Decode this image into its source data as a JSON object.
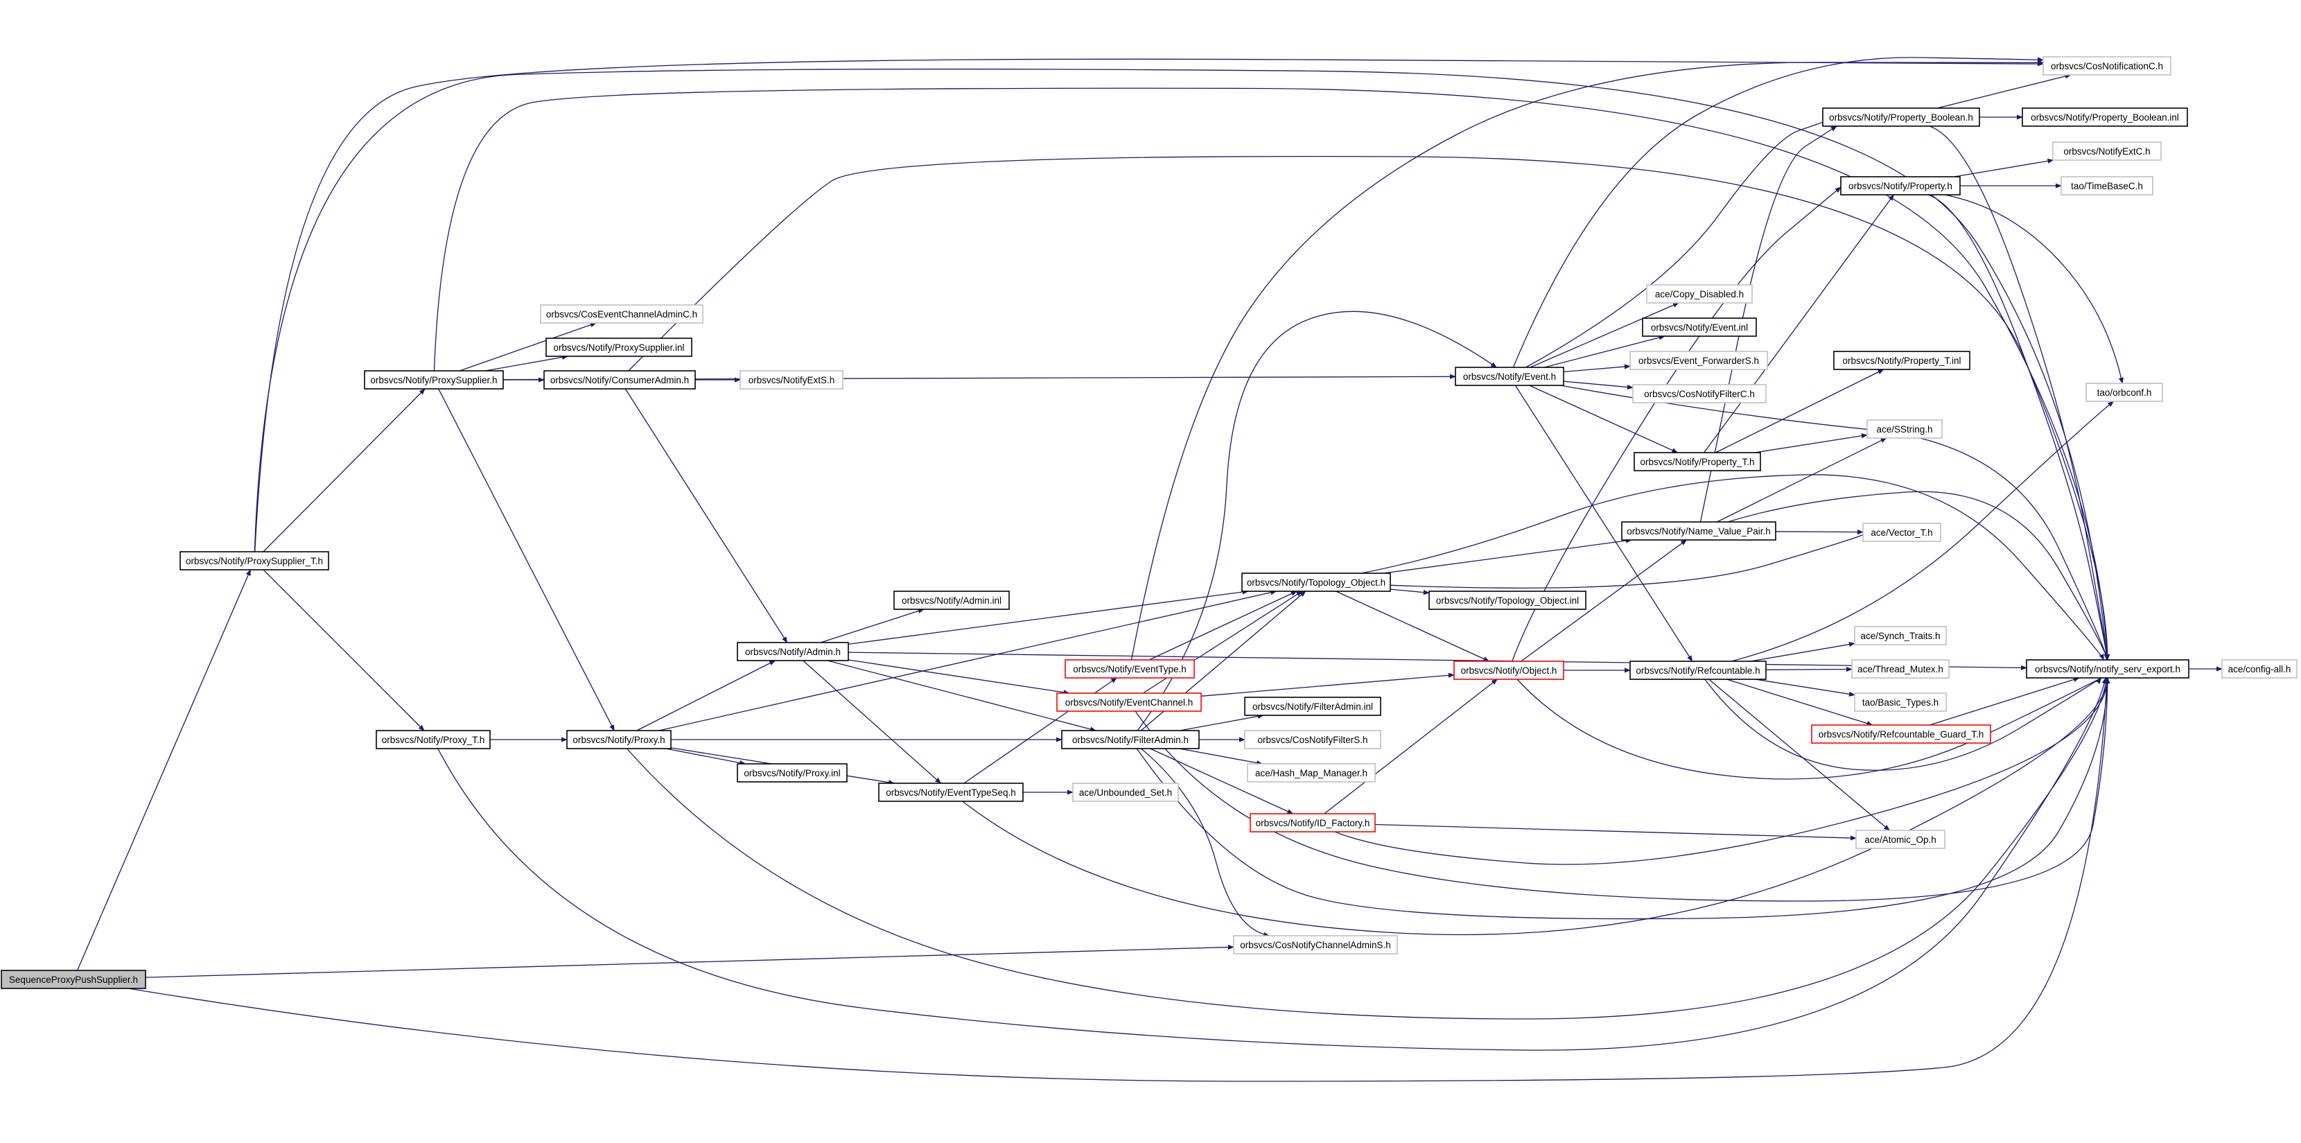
{
  "graph": {
    "title": "",
    "colors": {
      "edge": "#191970",
      "root_fill": "#bfbfbf",
      "documented_border": "#000000",
      "undocumented_border": "#bfbfbf",
      "truncated_border": "#ff0000"
    },
    "nodes": [
      {
        "id": "n_root",
        "label": "SequenceProxyPushSupplier.h",
        "style": "root"
      },
      {
        "id": "n_pst",
        "label": "orbsvcs/Notify/ProxySupplier_T.h",
        "style": "documented"
      },
      {
        "id": "n_proxyT",
        "label": "orbsvcs/Notify/Proxy_T.h",
        "style": "documented"
      },
      {
        "id": "n_ps",
        "label": "orbsvcs/Notify/ProxySupplier.h",
        "style": "documented"
      },
      {
        "id": "n_cecac",
        "label": "orbsvcs/CosEventChannelAdminC.h",
        "style": "undocumented"
      },
      {
        "id": "n_psinl",
        "label": "orbsvcs/Notify/ProxySupplier.inl",
        "style": "documented"
      },
      {
        "id": "n_ca",
        "label": "orbsvcs/Notify/ConsumerAdmin.h",
        "style": "documented"
      },
      {
        "id": "n_nexts",
        "label": "orbsvcs/NotifyExtS.h",
        "style": "undocumented"
      },
      {
        "id": "n_proxy",
        "label": "orbsvcs/Notify/Proxy.h",
        "style": "documented"
      },
      {
        "id": "n_admin",
        "label": "orbsvcs/Notify/Admin.h",
        "style": "documented"
      },
      {
        "id": "n_admininl",
        "label": "orbsvcs/Notify/Admin.inl",
        "style": "documented"
      },
      {
        "id": "n_proxyinl",
        "label": "orbsvcs/Notify/Proxy.inl",
        "style": "documented"
      },
      {
        "id": "n_ets",
        "label": "orbsvcs/Notify/EventTypeSeq.h",
        "style": "documented"
      },
      {
        "id": "n_unb",
        "label": "ace/Unbounded_Set.h",
        "style": "undocumented"
      },
      {
        "id": "n_et",
        "label": "orbsvcs/Notify/EventType.h",
        "style": "truncated"
      },
      {
        "id": "n_ec",
        "label": "orbsvcs/Notify/EventChannel.h",
        "style": "truncated"
      },
      {
        "id": "n_fa",
        "label": "orbsvcs/Notify/FilterAdmin.h",
        "style": "documented"
      },
      {
        "id": "n_fainl",
        "label": "orbsvcs/Notify/FilterAdmin.inl",
        "style": "documented"
      },
      {
        "id": "n_cnfs",
        "label": "orbsvcs/CosNotifyFilterS.h",
        "style": "undocumented"
      },
      {
        "id": "n_hmm",
        "label": "ace/Hash_Map_Manager.h",
        "style": "undocumented"
      },
      {
        "id": "n_idf",
        "label": "orbsvcs/Notify/ID_Factory.h",
        "style": "truncated"
      },
      {
        "id": "n_cncas",
        "label": "orbsvcs/CosNotifyChannelAdminS.h",
        "style": "undocumented"
      },
      {
        "id": "n_to",
        "label": "orbsvcs/Notify/Topology_Object.h",
        "style": "documented"
      },
      {
        "id": "n_toinl",
        "label": "orbsvcs/Notify/Topology_Object.inl",
        "style": "documented"
      },
      {
        "id": "n_obj",
        "label": "orbsvcs/Notify/Object.h",
        "style": "truncated"
      },
      {
        "id": "n_event",
        "label": "orbsvcs/Notify/Event.h",
        "style": "documented"
      },
      {
        "id": "n_copy",
        "label": "ace/Copy_Disabled.h",
        "style": "undocumented"
      },
      {
        "id": "n_eventinl",
        "label": "orbsvcs/Notify/Event.inl",
        "style": "documented"
      },
      {
        "id": "n_efs",
        "label": "orbsvcs/Event_ForwarderS.h",
        "style": "undocumented"
      },
      {
        "id": "n_cnfc",
        "label": "orbsvcs/CosNotifyFilterC.h",
        "style": "undocumented"
      },
      {
        "id": "n_propT",
        "label": "orbsvcs/Notify/Property_T.h",
        "style": "documented"
      },
      {
        "id": "n_propTinl",
        "label": "orbsvcs/Notify/Property_T.inl",
        "style": "documented"
      },
      {
        "id": "n_nvp",
        "label": "orbsvcs/Notify/Name_Value_Pair.h",
        "style": "documented"
      },
      {
        "id": "n_sstring",
        "label": "ace/SString.h",
        "style": "undocumented"
      },
      {
        "id": "n_vector",
        "label": "ace/Vector_T.h",
        "style": "undocumented"
      },
      {
        "id": "n_ref",
        "label": "orbsvcs/Notify/Refcountable.h",
        "style": "documented"
      },
      {
        "id": "n_synch",
        "label": "ace/Synch_Traits.h",
        "style": "undocumented"
      },
      {
        "id": "n_thread",
        "label": "ace/Thread_Mutex.h",
        "style": "undocumented"
      },
      {
        "id": "n_basic",
        "label": "tao/Basic_Types.h",
        "style": "undocumented"
      },
      {
        "id": "n_rgt",
        "label": "orbsvcs/Notify/Refcountable_Guard_T.h",
        "style": "truncated"
      },
      {
        "id": "n_atomic",
        "label": "ace/Atomic_Op.h",
        "style": "undocumented"
      },
      {
        "id": "n_pb",
        "label": "orbsvcs/Notify/Property_Boolean.h",
        "style": "documented"
      },
      {
        "id": "n_pbinl",
        "label": "orbsvcs/Notify/Property_Boolean.inl",
        "style": "documented"
      },
      {
        "id": "n_cnc",
        "label": "orbsvcs/CosNotificationC.h",
        "style": "undocumented"
      },
      {
        "id": "n_nextc",
        "label": "orbsvcs/NotifyExtC.h",
        "style": "undocumented"
      },
      {
        "id": "n_prop",
        "label": "orbsvcs/Notify/Property.h",
        "style": "documented"
      },
      {
        "id": "n_tbc",
        "label": "tao/TimeBaseC.h",
        "style": "undocumented"
      },
      {
        "id": "n_orbconf",
        "label": "tao/orbconf.h",
        "style": "undocumented"
      },
      {
        "id": "n_nse",
        "label": "orbsvcs/Notify/notify_serv_export.h",
        "style": "documented"
      },
      {
        "id": "n_config",
        "label": "ace/config-all.h",
        "style": "undocumented"
      }
    ],
    "edges": [
      [
        "n_root",
        "n_pst"
      ],
      [
        "n_root",
        "n_cncas"
      ],
      [
        "n_root",
        "n_nse"
      ],
      [
        "n_pst",
        "n_ps"
      ],
      [
        "n_pst",
        "n_proxyT"
      ],
      [
        "n_pst",
        "n_nse"
      ],
      [
        "n_pst",
        "n_cnc"
      ],
      [
        "n_proxyT",
        "n_proxy"
      ],
      [
        "n_proxyT",
        "n_nse"
      ],
      [
        "n_ps",
        "n_cecac"
      ],
      [
        "n_ps",
        "n_psinl"
      ],
      [
        "n_ps",
        "n_ca"
      ],
      [
        "n_ps",
        "n_event"
      ],
      [
        "n_ps",
        "n_proxy"
      ],
      [
        "n_ps",
        "n_nse"
      ],
      [
        "n_ca",
        "n_nexts"
      ],
      [
        "n_ca",
        "n_admin"
      ],
      [
        "n_ca",
        "n_nse"
      ],
      [
        "n_proxy",
        "n_admin"
      ],
      [
        "n_proxy",
        "n_proxyinl"
      ],
      [
        "n_proxy",
        "n_fa"
      ],
      [
        "n_proxy",
        "n_ets"
      ],
      [
        "n_proxy",
        "n_to"
      ],
      [
        "n_proxy",
        "n_nse"
      ],
      [
        "n_admin",
        "n_admininl"
      ],
      [
        "n_admin",
        "n_to"
      ],
      [
        "n_admin",
        "n_ec"
      ],
      [
        "n_admin",
        "n_fa"
      ],
      [
        "n_admin",
        "n_ets"
      ],
      [
        "n_admin",
        "n_nse"
      ],
      [
        "n_ets",
        "n_unb"
      ],
      [
        "n_ets",
        "n_et"
      ],
      [
        "n_ets",
        "n_nse"
      ],
      [
        "n_et",
        "n_to"
      ],
      [
        "n_et",
        "n_cnc"
      ],
      [
        "n_ec",
        "n_to"
      ],
      [
        "n_ec",
        "n_obj"
      ],
      [
        "n_ec",
        "n_nse"
      ],
      [
        "n_fa",
        "n_fainl"
      ],
      [
        "n_fa",
        "n_cnfs"
      ],
      [
        "n_fa",
        "n_hmm"
      ],
      [
        "n_fa",
        "n_idf"
      ],
      [
        "n_fa",
        "n_to"
      ],
      [
        "n_fa",
        "n_event"
      ],
      [
        "n_fa",
        "n_cncas"
      ],
      [
        "n_fa",
        "n_nse"
      ],
      [
        "n_idf",
        "n_obj"
      ],
      [
        "n_idf",
        "n_atomic"
      ],
      [
        "n_idf",
        "n_nse"
      ],
      [
        "n_to",
        "n_toinl"
      ],
      [
        "n_to",
        "n_obj"
      ],
      [
        "n_to",
        "n_nvp"
      ],
      [
        "n_to",
        "n_vector"
      ],
      [
        "n_to",
        "n_nse"
      ],
      [
        "n_obj",
        "n_ref"
      ],
      [
        "n_obj",
        "n_nvp"
      ],
      [
        "n_obj",
        "n_prop"
      ],
      [
        "n_obj",
        "n_nse"
      ],
      [
        "n_event",
        "n_copy"
      ],
      [
        "n_event",
        "n_eventinl"
      ],
      [
        "n_event",
        "n_efs"
      ],
      [
        "n_event",
        "n_cnfc"
      ],
      [
        "n_event",
        "n_propT"
      ],
      [
        "n_event",
        "n_ref"
      ],
      [
        "n_event",
        "n_pb"
      ],
      [
        "n_event",
        "n_cnc"
      ],
      [
        "n_event",
        "n_nse"
      ],
      [
        "n_propT",
        "n_propTinl"
      ],
      [
        "n_propT",
        "n_sstring"
      ],
      [
        "n_propT",
        "n_prop"
      ],
      [
        "n_nvp",
        "n_sstring"
      ],
      [
        "n_nvp",
        "n_vector"
      ],
      [
        "n_nvp",
        "n_pb"
      ],
      [
        "n_nvp",
        "n_nse"
      ],
      [
        "n_ref",
        "n_synch"
      ],
      [
        "n_ref",
        "n_thread"
      ],
      [
        "n_ref",
        "n_basic"
      ],
      [
        "n_ref",
        "n_rgt"
      ],
      [
        "n_ref",
        "n_atomic"
      ],
      [
        "n_ref",
        "n_nse"
      ],
      [
        "n_ref",
        "n_orbconf"
      ],
      [
        "n_rgt",
        "n_nse"
      ],
      [
        "n_pb",
        "n_pbinl"
      ],
      [
        "n_pb",
        "n_cnc"
      ],
      [
        "n_pb",
        "n_nse"
      ],
      [
        "n_prop",
        "n_nextc"
      ],
      [
        "n_prop",
        "n_tbc"
      ],
      [
        "n_prop",
        "n_orbconf"
      ],
      [
        "n_prop",
        "n_nse"
      ],
      [
        "n_nse",
        "n_config"
      ]
    ]
  }
}
